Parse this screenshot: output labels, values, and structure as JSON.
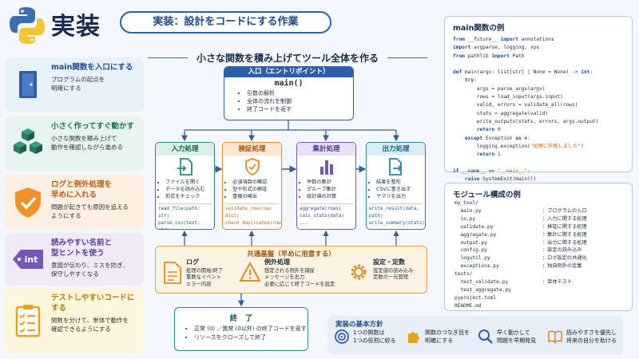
{
  "header": {
    "title": "実装",
    "subtitle": "実装：設計をコードにする作業"
  },
  "center_title": "小さな関数を積み上げてツール全体を作る",
  "left_cards": [
    {
      "title": "main関数を入口にする",
      "desc": [
        "プログラムの起点を",
        "明確にする"
      ],
      "icon": "door-icon"
    },
    {
      "title": "小さく作ってすぐ動かす",
      "desc": [
        "小さな関数を積み上げて",
        "動作を確認しながら進める"
      ],
      "icon": "cubes-icon"
    },
    {
      "title": [
        "ログと例外処理を",
        "早めに入れる"
      ],
      "desc": [
        "問題が起きても原因を追える",
        "ようにする"
      ],
      "icon": "shield-check-icon"
    },
    {
      "title": [
        "読みやすい名前と",
        "型ヒントを使う"
      ],
      "desc": [
        "意図が伝わり、ミスを防ぎ、",
        "保守しやすくなる"
      ],
      "icon": "int-tag-icon"
    },
    {
      "title": "テストしやすいコードにする",
      "desc": [
        "関数を分けて、単体で動作を",
        "確認できるようにする"
      ],
      "icon": "checklist-icon"
    }
  ],
  "main_box": {
    "header": "入口（エントリポイント）",
    "func": "main()",
    "items": [
      "引数の解析",
      "全体の流れを制御",
      "終了コードを返す"
    ]
  },
  "process": [
    {
      "title": "入力処理",
      "items": [
        "ファイルを開く",
        "データを読み込む",
        "形式をチェック"
      ],
      "code": [
        "read_file(path: str)",
        "parse_csv(text: str)",
        "..."
      ],
      "icon": "file-import-icon"
    },
    {
      "title": "検証処理",
      "items": [
        "必須項目の確認",
        "型や形式の検証",
        "重複の検出"
      ],
      "code": [
        "validate_row(row: dict)",
        "check_duplicates(rows)",
        "..."
      ],
      "icon": "shield-check-icon"
    },
    {
      "title": "集計処理",
      "items": [
        "件数の集計",
        "グループ集計",
        "統計値の計算"
      ],
      "code": [
        "aggregate(rows)",
        "calc_stats(data)",
        "..."
      ],
      "icon": "bar-chart-icon"
    },
    {
      "title": "出力処理",
      "items": [
        "結果を整形",
        "CSVに書き出す",
        "サマリを出力"
      ],
      "code": [
        "write_result(data, path)",
        "write_summary(stats)",
        "..."
      ],
      "icon": "file-export-icon"
    }
  ],
  "common": {
    "title": "共通基盤（早めに用意する）",
    "log": {
      "title": "ログ",
      "items": [
        "処理の開始/終了",
        "重要なイベント",
        "エラー内容"
      ]
    },
    "exception": {
      "title": "例外処理",
      "items": [
        "想定される例外を捕捉",
        "メッセージを出力",
        "必要に応じて終了コードを設定"
      ]
    },
    "config": {
      "title": "設定・定数",
      "items": [
        "設定値の読み込み",
        "定数の一元管理"
      ]
    }
  },
  "end_box": {
    "title": "終　了",
    "items": [
      "正常 (0) ／異常 (0以外) の終了コードを返す",
      "リソースをクローズして終了"
    ]
  },
  "policy": {
    "title": "実装の基本方針",
    "items": [
      [
        "1つの関数は",
        "1つの役割に絞る"
      ],
      [
        "関数のつなぎ目を",
        "明確にする"
      ],
      [
        "早く動かして",
        "問題を早期発見"
      ],
      [
        "読みやすさを優先し",
        "将来の自分を助ける"
      ]
    ]
  },
  "code_panel": {
    "title": "main関数の例"
  },
  "module_panel": {
    "title": "モジュール構成の例",
    "tree": [
      "my_tool/",
      "  main.py",
      "  io.py",
      "  validate.py",
      "  aggregate.py",
      "  output.py",
      "  config.py",
      "  logutil.py",
      "  exceptions.py",
      "tests/",
      "  test_validate.py",
      "  test_aggregate.py",
      "pyproject.toml",
      "README.md"
    ],
    "desc": [
      "",
      "：プログラムの入口",
      "：入力に関する処理",
      "：検証に関する処理",
      "：集計に関する処理",
      "：出力に関する処理",
      "：設定の読み込み",
      "：ログ設定の共通化",
      "：独自例外の定義",
      "",
      "：単体テスト",
      "",
      "",
      ""
    ]
  },
  "colors": {
    "primary": "#2d5ea8",
    "green": "#2f8a74",
    "orange": "#e08a2a",
    "purple": "#7657b8",
    "blue": "#2f7fa8"
  }
}
